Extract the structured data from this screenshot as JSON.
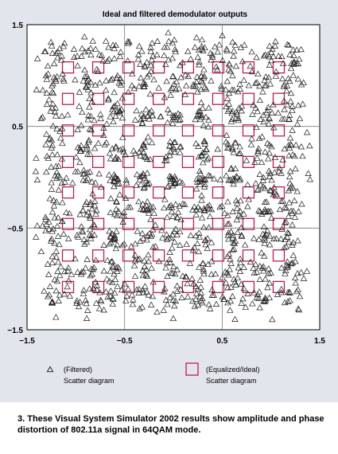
{
  "chart_data": {
    "type": "scatter",
    "title": "Ideal and filtered demodulator outputs",
    "xlim": [
      -1.5,
      1.5
    ],
    "ylim": [
      -1.5,
      1.5
    ],
    "xticks": [
      {
        "v": -1.5,
        "label": "−1.5"
      },
      {
        "v": -0.5,
        "label": "−0.5"
      },
      {
        "v": 0.5,
        "label": "0.5"
      },
      {
        "v": 1.5,
        "label": "1.5"
      }
    ],
    "yticks": [
      {
        "v": 1.5,
        "label": "1.5"
      },
      {
        "v": 0.5,
        "label": "0.5"
      },
      {
        "v": -0.5,
        "label": "−0.5"
      },
      {
        "v": -1.5,
        "label": "−1.5"
      }
    ],
    "grid": true,
    "series": [
      {
        "name": "(Filtered) Scatter diagram",
        "marker": "triangle",
        "color": "#1a1a1a",
        "x_levels": [
          -1.22,
          -0.88,
          -0.59,
          -0.29,
          0.0,
          0.3,
          0.6,
          0.92,
          1.2
        ],
        "y_levels": [
          1.21,
          0.93,
          0.6,
          0.27,
          -0.03,
          -0.32,
          -0.6,
          -0.92,
          -1.19
        ],
        "spread_inner": 0.07,
        "spread_outer": 0.14,
        "points_per_cluster": 16
      },
      {
        "name": "(Equalized/Ideal) Scatter diagram",
        "marker": "square",
        "color": "#c2185b",
        "x": [
          -1.08,
          -0.77,
          -0.46,
          -0.15,
          0.15,
          0.46,
          0.77,
          1.08
        ],
        "y": [
          1.08,
          0.77,
          0.46,
          0.15,
          -0.15,
          -0.46,
          -0.77,
          -1.08
        ]
      }
    ],
    "legend": {
      "position": "bottom",
      "items": [
        {
          "line1": "(Filtered)",
          "line2": "Scatter diagram",
          "marker": "triangle"
        },
        {
          "line1": "(Equalized/Ideal)",
          "line2": "Scatter diagram",
          "marker": "square"
        }
      ]
    }
  },
  "caption": "3. These Visual System Simulator 2002 results show amplitude and phase distortion of 802.11a signal in 64QAM mode."
}
